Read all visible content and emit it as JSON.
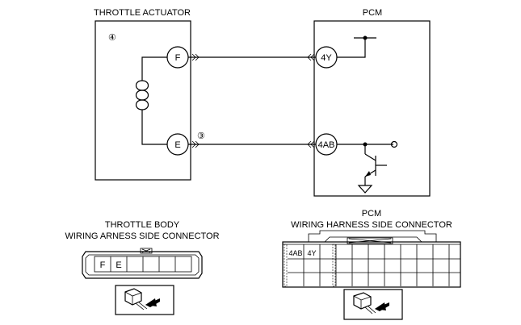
{
  "labels": {
    "actuator_title": "THROTTLE ACTUATOR",
    "pcm_title": "PCM",
    "circle_4": "④",
    "circle_3": "③",
    "throttle_body_line1": "THROTTLE BODY",
    "throttle_body_line2": "WIRING ARNESS SIDE CONNECTOR",
    "pcm_conn_line1": "PCM",
    "pcm_conn_line2": "WIRING HARNESS SIDE CONNECTOR"
  },
  "pins": {
    "act_f": "F",
    "act_e": "E",
    "pcm_4y": "4Y",
    "pcm_4ab": "4AB"
  },
  "connector_tb": {
    "cell_1": "F",
    "cell_2": "E"
  },
  "connector_pcm": {
    "cell_1": "4AB",
    "cell_2": "4Y"
  }
}
